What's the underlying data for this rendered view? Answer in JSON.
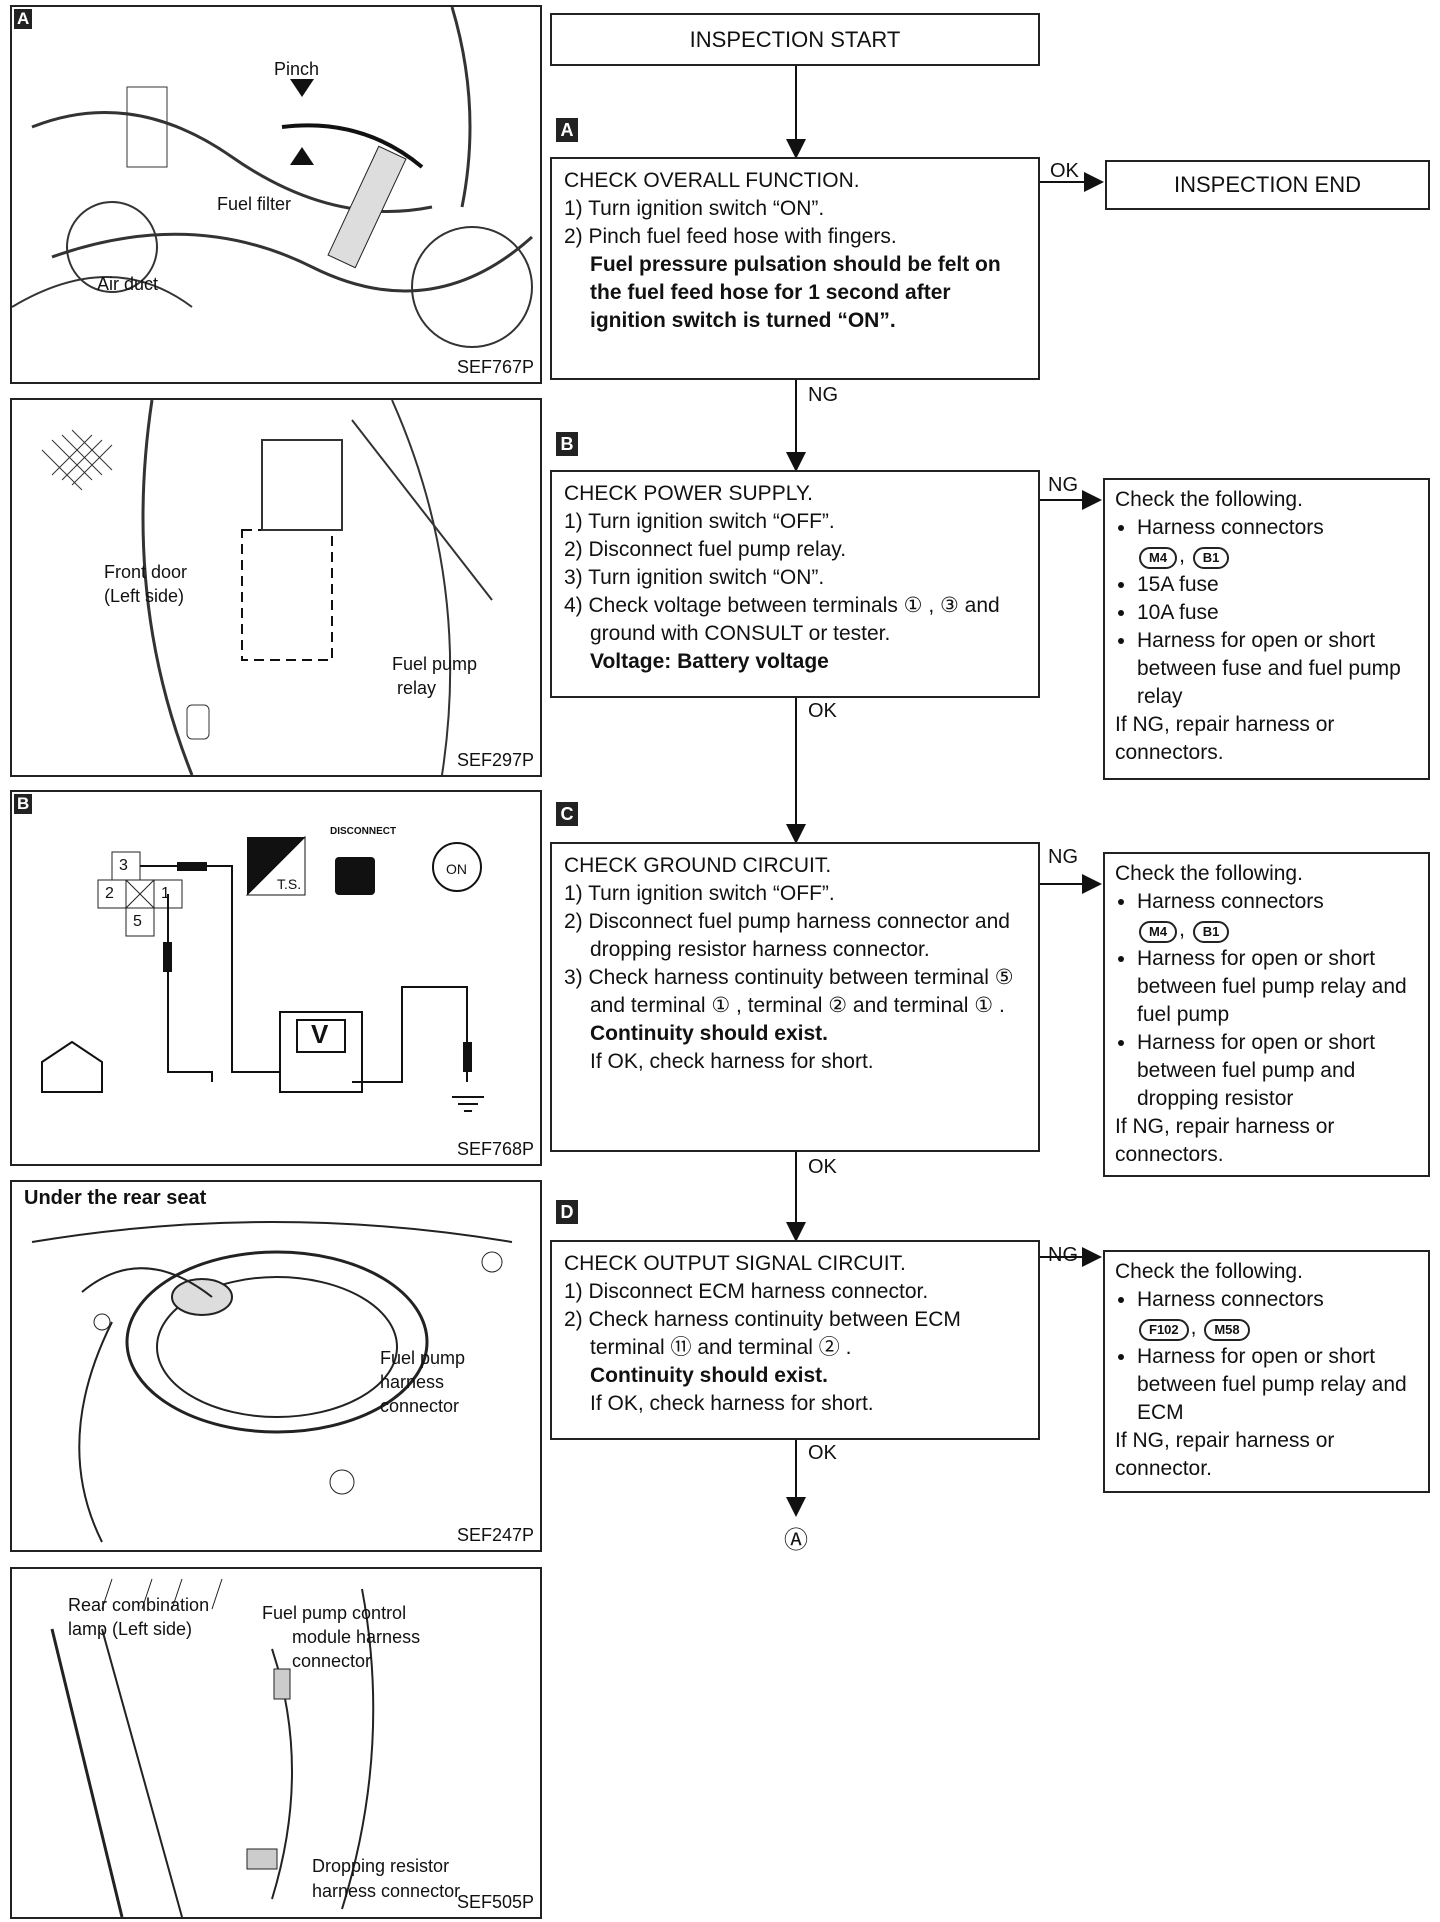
{
  "figures": [
    {
      "tag": "A",
      "code": "SEF767P",
      "labels": [
        "Pinch",
        "Fuel filter",
        "Air duct"
      ]
    },
    {
      "tag": "",
      "code": "SEF297P",
      "labels": [
        "Front door",
        "(Left side)",
        "Fuel pump",
        "relay"
      ]
    },
    {
      "tag": "B",
      "code": "SEF768P",
      "labels": [
        "DISCONNECT",
        "T.S.",
        "ON",
        "3",
        "2",
        "1",
        "5",
        "V"
      ]
    },
    {
      "tag": "",
      "code": "SEF247P",
      "labels": [
        "Under the rear seat",
        "Fuel pump",
        "harness",
        "connector"
      ]
    },
    {
      "tag": "",
      "code": "SEF505P",
      "labels": [
        "Rear combination",
        "lamp (Left side)",
        "Fuel pump control",
        "module harness",
        "connector",
        "Dropping resistor",
        "harness connector"
      ]
    }
  ],
  "flow": {
    "start": "INSPECTION START",
    "end": "INSPECTION END",
    "ok": "OK",
    "ng": "NG",
    "terminal": "Ⓐ",
    "steps": [
      {
        "tag": "A",
        "title": "CHECK OVERALL FUNCTION.",
        "items": [
          "1) Turn ignition switch “ON”.",
          "2) Pinch fuel feed hose with fingers."
        ],
        "bold": "Fuel pressure pulsation should be felt on the fuel feed hose for 1 second after ignition switch is turned “ON”.",
        "note": ""
      },
      {
        "tag": "B",
        "title": "CHECK POWER SUPPLY.",
        "items": [
          "1) Turn ignition switch “OFF”.",
          "2) Disconnect fuel pump relay.",
          "3) Turn ignition switch “ON”.",
          "4) Check voltage between terminals ① , ③ and ground with CONSULT or tester."
        ],
        "bold": "Voltage: Battery voltage",
        "note": ""
      },
      {
        "tag": "C",
        "title": "CHECK GROUND CIRCUIT.",
        "items": [
          "1) Turn ignition switch “OFF”.",
          "2) Disconnect fuel pump harness connector and dropping resistor harness connector.",
          "3) Check harness continuity between terminal ⑤ and terminal ① , terminal ② and terminal ① ."
        ],
        "bold": "Continuity should exist.",
        "note": "If OK, check harness for short."
      },
      {
        "tag": "D",
        "title": "CHECK OUTPUT SIGNAL CIRCUIT.",
        "items": [
          "1) Disconnect ECM harness connector.",
          "2) Check harness continuity between ECM terminal ⑪ and terminal ② ."
        ],
        "bold": "Continuity should exist.",
        "note": "If OK, check harness for short."
      }
    ],
    "sides": [
      {
        "head": "Check the following.",
        "connectors": [
          "M4",
          "B1"
        ],
        "items": [
          "15A fuse",
          "10A fuse",
          "Harness for open or short between fuse and fuel pump relay"
        ],
        "foot": "If NG, repair harness or connectors."
      },
      {
        "head": "Check the following.",
        "connectors": [
          "M4",
          "B1"
        ],
        "items": [
          "Harness for open or short between fuel pump relay and fuel pump",
          "Harness for open or short between fuel pump and dropping resistor"
        ],
        "foot": "If NG, repair harness or connectors."
      },
      {
        "head": "Check the following.",
        "connectors": [
          "F102",
          "M58"
        ],
        "items": [
          "Harness for open or short between fuel pump relay and ECM"
        ],
        "foot": "If NG, repair harness or connector."
      }
    ],
    "harness_label": "Harness connectors"
  }
}
